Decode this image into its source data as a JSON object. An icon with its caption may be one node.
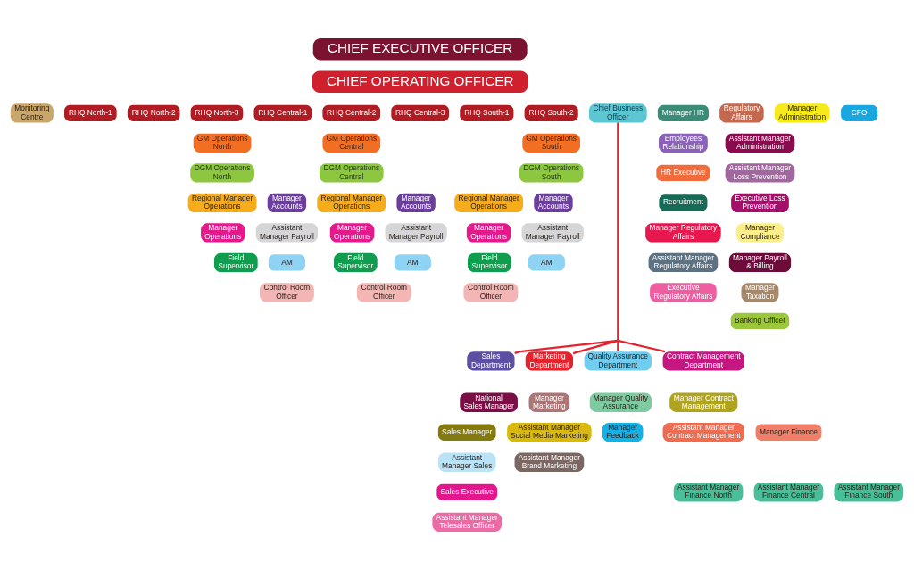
{
  "diagram": {
    "nodes": [
      {
        "text": [
          "CHIEF EXECUTIVE OFFICER"
        ]
      },
      {
        "text": [
          "CHIEF OPERATING OFFICER"
        ]
      },
      {
        "text": [
          "Monitoring Centre"
        ]
      },
      {
        "text": [
          "RHQ North-1"
        ]
      },
      {
        "text": [
          "RHQ North-2"
        ]
      },
      {
        "text": [
          "RHQ North-3"
        ]
      },
      {
        "text": [
          "RHQ Central-1"
        ]
      },
      {
        "text": [
          "RHQ Central-2"
        ]
      },
      {
        "text": [
          "RHQ Central-3"
        ]
      },
      {
        "text": [
          "RHQ South-1"
        ]
      },
      {
        "text": [
          "RHQ South-2"
        ]
      },
      {
        "text": [
          "Chief Business Officer"
        ]
      },
      {
        "text": [
          "Manager HR"
        ]
      },
      {
        "text": [
          "Regulatory Affairs"
        ]
      },
      {
        "text": [
          "Manager Administration"
        ]
      },
      {
        "text": [
          "CFO"
        ]
      },
      {
        "text": [
          "GM Operations North"
        ]
      },
      {
        "text": [
          "DGM Operations North"
        ]
      },
      {
        "text": [
          "Regional Manager Operations"
        ]
      },
      {
        "text": [
          "Manager Accounts"
        ]
      },
      {
        "text": [
          "Manager Operations"
        ]
      },
      {
        "text": [
          "Assistant Manager Payroll"
        ]
      },
      {
        "text": [
          "Field Supervisor"
        ]
      },
      {
        "text": [
          "AM"
        ]
      },
      {
        "text": [
          "Control Room Officer"
        ]
      },
      {
        "text": [
          "GM Operations Central"
        ]
      },
      {
        "text": [
          "DGM Operations Central"
        ]
      },
      {
        "text": [
          "Regional Manager Operations"
        ]
      },
      {
        "text": [
          "Manager Accounts"
        ]
      },
      {
        "text": [
          "Manager Operations"
        ]
      },
      {
        "text": [
          "Assistant Manager Payroll"
        ]
      },
      {
        "text": [
          "Field Supervisor"
        ]
      },
      {
        "text": [
          "AM"
        ]
      },
      {
        "text": [
          "Control Room Officer"
        ]
      },
      {
        "text": [
          "GM Operations South"
        ]
      },
      {
        "text": [
          "DGM Operations South"
        ]
      },
      {
        "text": [
          "Regional Manager Operations"
        ]
      },
      {
        "text": [
          "Manager Accounts"
        ]
      },
      {
        "text": [
          "Manager Operations"
        ]
      },
      {
        "text": [
          "Assistant Manager Payroll"
        ]
      },
      {
        "text": [
          "Field Supervisor"
        ]
      },
      {
        "text": [
          "AM"
        ]
      },
      {
        "text": [
          "Control Room Officer"
        ]
      },
      {
        "text": [
          "Employees Relationship"
        ]
      },
      {
        "text": [
          "HR Executive"
        ]
      },
      {
        "text": [
          "Recruitment"
        ]
      },
      {
        "text": [
          "Manager Regulatory Affairs"
        ]
      },
      {
        "text": [
          "Assistant Manager Regulatory Affairs"
        ]
      },
      {
        "text": [
          "Executive Regulatory Affairs"
        ]
      },
      {
        "text": [
          "Assistant Manager Administration"
        ]
      },
      {
        "text": [
          "Assistant Manager Loss Prevention"
        ]
      },
      {
        "text": [
          "Executive Loss Prevention"
        ]
      },
      {
        "text": [
          "Manager Compliance"
        ]
      },
      {
        "text": [
          "Manager Payroll & Billing"
        ]
      },
      {
        "text": [
          "Manager Taxation"
        ]
      },
      {
        "text": [
          "Banking Officer"
        ]
      },
      {
        "text": [
          "Sales Department"
        ]
      },
      {
        "text": [
          "National Sales Manager"
        ]
      },
      {
        "text": [
          "Sales Manager"
        ]
      },
      {
        "text": [
          "Assistant Manager Sales"
        ]
      },
      {
        "text": [
          "Sales Executive"
        ]
      },
      {
        "text": [
          "Assistant Manager Telesales Officer"
        ]
      },
      {
        "text": [
          "Marketing Department"
        ]
      },
      {
        "text": [
          "Manager Marketing"
        ]
      },
      {
        "text": [
          "Assistant Manager Social Media Marketing"
        ]
      },
      {
        "text": [
          "Assistant Manager Brand Marketing"
        ]
      },
      {
        "text": [
          "Quality Assurance Department"
        ]
      },
      {
        "text": [
          "Manager Quality Assurance"
        ]
      },
      {
        "text": [
          "Manager Feedback"
        ]
      },
      {
        "text": [
          "Contract Management Department"
        ]
      },
      {
        "text": [
          "Manager Contract Management"
        ]
      },
      {
        "text": [
          "Assistant Manager Contract Management"
        ]
      },
      {
        "text": [
          "Manager Finance"
        ]
      },
      {
        "text": [
          "Assistant Manager Finance North"
        ]
      },
      {
        "text": [
          "Assistant Manager Finance Central"
        ]
      },
      {
        "text": [
          "Assistant Manager Finance South"
        ]
      }
    ],
    "edges": [
      {
        "from": 11,
        "to": 56,
        "arrow": "none"
      },
      {
        "from": 11,
        "to": 62,
        "arrow": "none"
      },
      {
        "from": 11,
        "to": 66,
        "arrow": "none"
      },
      {
        "from": 11,
        "to": 69,
        "arrow": "none"
      }
    ]
  }
}
